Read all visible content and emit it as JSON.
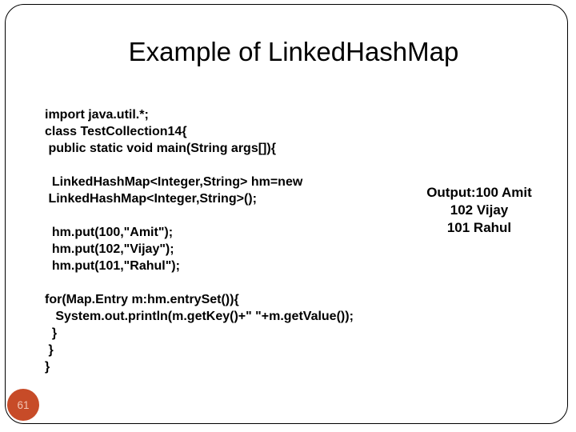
{
  "slide": {
    "title": "Example of LinkedHashMap",
    "page_number": "61"
  },
  "code": {
    "lines": [
      "import java.util.*;",
      "class TestCollection14{",
      " public static void main(String args[]){",
      "",
      "  LinkedHashMap<Integer,String> hm=new",
      " LinkedHashMap<Integer,String>();",
      "",
      "  hm.put(100,\"Amit\");",
      "  hm.put(102,\"Vijay\");",
      "  hm.put(101,\"Rahul\");",
      "",
      "for(Map.Entry m:hm.entrySet()){",
      "   System.out.println(m.getKey()+\" \"+m.getValue());",
      "  }",
      " }",
      "}"
    ]
  },
  "output": {
    "lines": [
      "Output:100 Amit",
      "102 Vijay",
      "101 Rahul"
    ]
  },
  "colors": {
    "text": "#000000",
    "background": "#FFFFFF",
    "border": "#000000",
    "page_badge_fill": "#C74B28",
    "page_badge_text": "#F2C5B4"
  }
}
